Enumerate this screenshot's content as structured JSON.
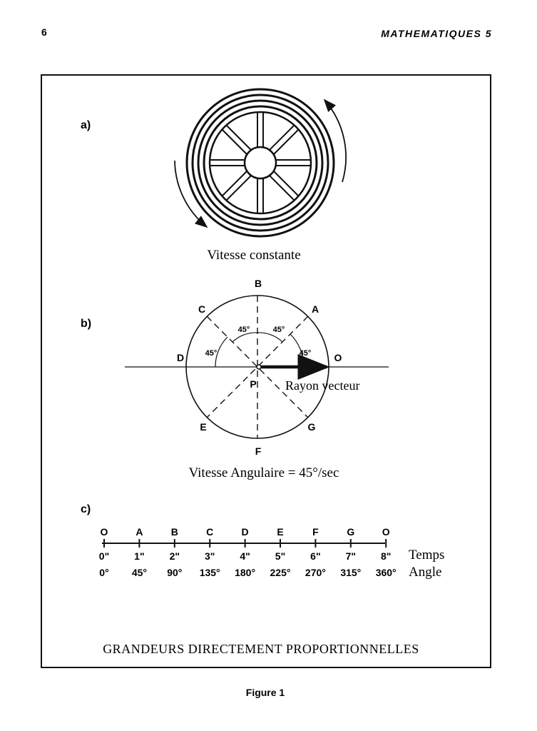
{
  "header": {
    "page_number": "6",
    "book_title": "MATHEMATIQUES 5"
  },
  "figure": {
    "a": {
      "label": "a)",
      "caption": "Vitesse constante"
    },
    "b": {
      "label": "b)",
      "points": {
        "O": "O",
        "A": "A",
        "B": "B",
        "C": "C",
        "D": "D",
        "E": "E",
        "F": "F",
        "G": "G",
        "P": "P"
      },
      "angle_labels": [
        "45°",
        "45°",
        "45°",
        "45°"
      ],
      "vector_label": "Rayon vecteur",
      "caption": "Vitesse Angulaire = 45°/sec"
    },
    "c": {
      "label": "c)",
      "letters": [
        "O",
        "A",
        "B",
        "C",
        "D",
        "E",
        "F",
        "G",
        "O"
      ],
      "times": [
        "0\"",
        "1\"",
        "2\"",
        "3\"",
        "4\"",
        "5\"",
        "6\"",
        "7\"",
        "8\""
      ],
      "angles": [
        "0°",
        "45°",
        "90°",
        "135°",
        "180°",
        "225°",
        "270°",
        "315°",
        "360°"
      ],
      "time_label": "Temps",
      "angle_label": "Angle"
    },
    "title": "GRANDEURS DIRECTEMENT PROPORTIONNELLES",
    "caption": "Figure 1"
  }
}
